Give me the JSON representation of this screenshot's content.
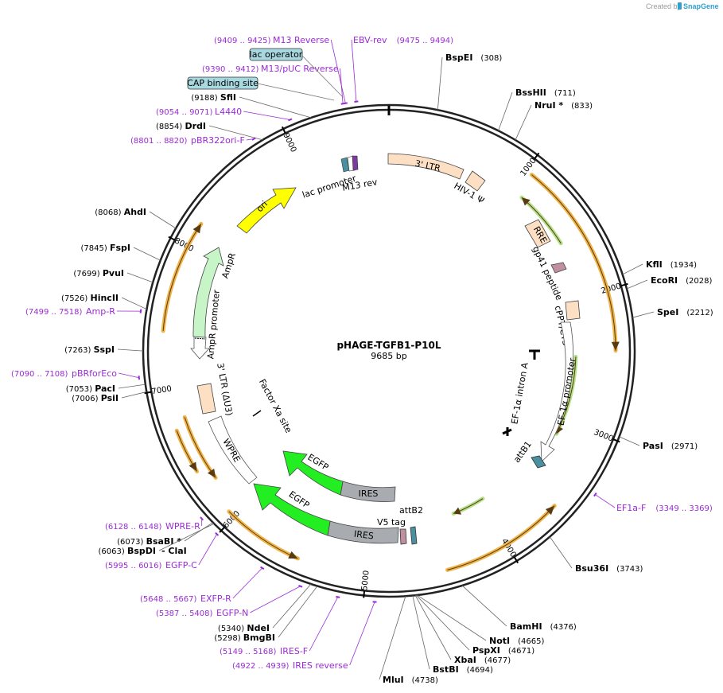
{
  "credit": {
    "prefix": "Created by",
    "brand": "SnapGene"
  },
  "plasmid": {
    "name": "pHAGE-TGFB1-P10L",
    "length_label": "9685 bp",
    "length": 9685
  },
  "ticks": [
    "1000",
    "2000",
    "3000",
    "4000",
    "5000",
    "6000",
    "7000",
    "8000",
    "9000"
  ],
  "enzymes": [
    {
      "name": "BspEI",
      "pos": "(308)",
      "site": 308
    },
    {
      "name": "BssHII",
      "pos": "(711)",
      "site": 711
    },
    {
      "name": "NruI *",
      "pos": "(833)",
      "site": 833
    },
    {
      "name": "KflI",
      "pos": "(1934)",
      "site": 1934
    },
    {
      "name": "EcoRI",
      "pos": "(2028)",
      "site": 2028
    },
    {
      "name": "SpeI",
      "pos": "(2212)",
      "site": 2212
    },
    {
      "name": "PasI",
      "pos": "(2971)",
      "site": 2971
    },
    {
      "name": "Bsu36I",
      "pos": "(3743)",
      "site": 3743
    },
    {
      "name": "BamHI",
      "pos": "(4376)",
      "site": 4376
    },
    {
      "name": "NotI",
      "pos": "(4665)",
      "site": 4665
    },
    {
      "name": "PspXI",
      "pos": "(4671)",
      "site": 4671
    },
    {
      "name": "XbaI",
      "pos": "(4677)",
      "site": 4677
    },
    {
      "name": "BstBI",
      "pos": "(4694)",
      "site": 4694
    },
    {
      "name": "MluI",
      "pos": "(4738)",
      "site": 4738
    },
    {
      "name": "NdeI",
      "pos": "(5340)",
      "site": 5340
    },
    {
      "name": "BmgBI",
      "pos": "(5298)",
      "site": 5298
    },
    {
      "name": "BsaBI *",
      "pos": "(6073)",
      "site": 6073
    },
    {
      "name": "BspDI",
      "pos": "(6063)",
      "site": 6063
    },
    {
      "name": "- ClaI",
      "pos": "",
      "site": 6063
    },
    {
      "name": "PsiI",
      "pos": "(7006)",
      "site": 7006
    },
    {
      "name": "PacI",
      "pos": "(7053)",
      "site": 7053
    },
    {
      "name": "SspI",
      "pos": "(7263)",
      "site": 7263
    },
    {
      "name": "HincII",
      "pos": "(7526)",
      "site": 7526
    },
    {
      "name": "PvuI",
      "pos": "(7699)",
      "site": 7699
    },
    {
      "name": "FspI",
      "pos": "(7845)",
      "site": 7845
    },
    {
      "name": "AhdI",
      "pos": "(8068)",
      "site": 8068
    },
    {
      "name": "DrdI",
      "pos": "(8854)",
      "site": 8854
    },
    {
      "name": "SfiI",
      "pos": "(9188)",
      "site": 9188
    }
  ],
  "primers": [
    {
      "name": "M13 Reverse",
      "range": "(9409 .. 9425)",
      "mid": 9417
    },
    {
      "name": "EBV-rev",
      "range": "(9475 .. 9494)",
      "mid": 9484
    },
    {
      "name": "M13/pUC Reverse",
      "range": "(9390 .. 9412)",
      "mid": 9401
    },
    {
      "name": "L4440",
      "range": "(9054 .. 9071)",
      "mid": 9062
    },
    {
      "name": "pBR322ori-F",
      "range": "(8801 .. 8820)",
      "mid": 8810
    },
    {
      "name": "Amp-R",
      "range": "(7499 .. 7518)",
      "mid": 7508
    },
    {
      "name": "pBRforEco",
      "range": "(7090 .. 7108)",
      "mid": 7099
    },
    {
      "name": "EF1a-F",
      "range": "(3349 .. 3369)",
      "mid": 3359
    },
    {
      "name": "WPRE-R",
      "range": "(6128 .. 6148)",
      "mid": 6138
    },
    {
      "name": "EGFP-C",
      "range": "(5995 .. 6016)",
      "mid": 6005
    },
    {
      "name": "EXFP-R",
      "range": "(5648 .. 5667)",
      "mid": 5657
    },
    {
      "name": "EGFP-N",
      "range": "(5387 .. 5408)",
      "mid": 5397
    },
    {
      "name": "IRES-F",
      "range": "(5149 .. 5168)",
      "mid": 5158
    },
    {
      "name": "IRES reverse",
      "range": "(4922 .. 4939)",
      "mid": 4930
    }
  ],
  "boxed_features": [
    {
      "name": "lac operator",
      "site": 9420
    },
    {
      "name": "CAP binding site",
      "site": 9360
    }
  ],
  "features": {
    "ltr3": "3' LTR",
    "hiv_psi": "HIV-1 Ψ",
    "rre": "RRE",
    "gp41": "gp41 peptide",
    "cppt": "cPPT/CTS",
    "ef1a_intron": "EF-1α intron A",
    "ef1a_promoter": "EF-1α promoter",
    "attb1": "attB1",
    "attb2": "attB2",
    "v5tag": "V5 tag",
    "ires_inner": "IRES",
    "egfp_inner": "EGFP",
    "ires_outer": "IRES",
    "egfp_outer": "EGFP",
    "wpre": "WPRE",
    "ltr3_du3": "3' LTR (ΔU3)",
    "factor_xa": "Factor Xa site",
    "ampr_promoter": "AmpR promoter",
    "ampr": "AmpR",
    "ori": "ori",
    "lac_promoter": "lac promoter",
    "m13rev": "M13 rev"
  },
  "colors": {
    "primer": "#9a2bd6",
    "ori": "#ffff00",
    "ampr": "#c8f5c8",
    "egfp": "#22ee22",
    "ires": "#a8acb0",
    "ltr": "#fde0c4",
    "orf_outer": "#f0b54a",
    "orf_inner": "#b5e08a",
    "attb": "#4a90a0",
    "v5": "#c090a0"
  }
}
